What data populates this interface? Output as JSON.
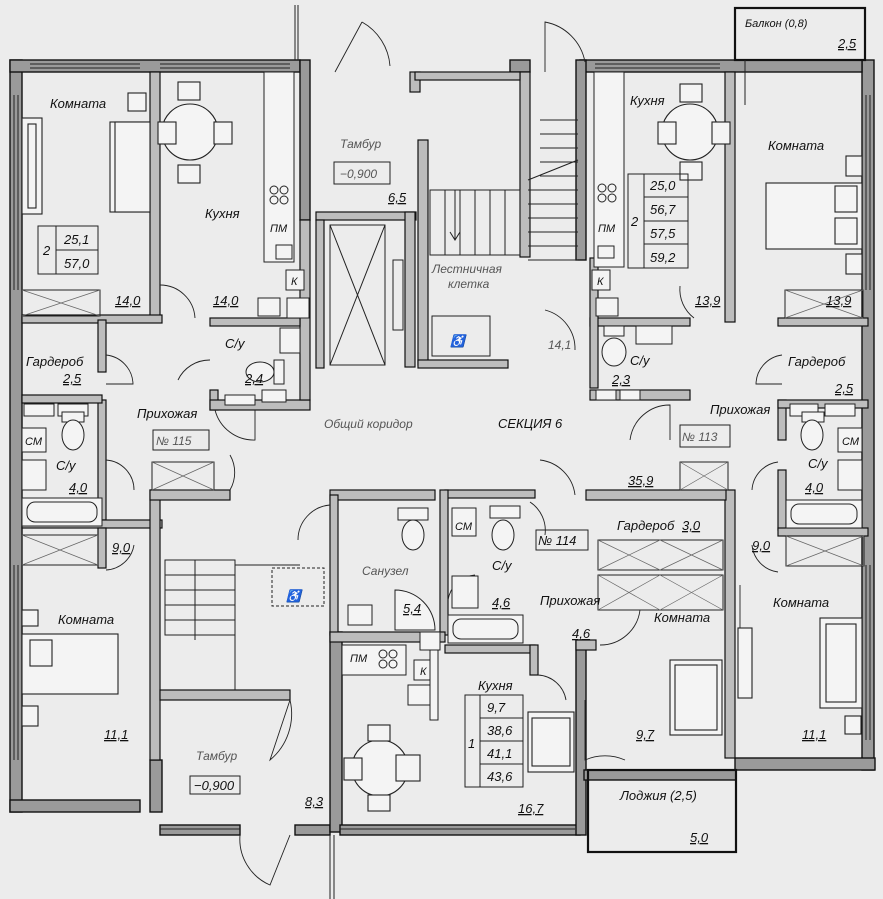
{
  "colors": {
    "background": "#ececec",
    "wall": "#111111",
    "wall_fill": "#9a9a9a"
  },
  "rooms": {
    "komnata_nw": "Комната",
    "kitchen_nw": "Кухня",
    "tambur_top": "Тамбур",
    "tambur_top_level": "−0,900",
    "tambur_top_area": "6,5",
    "stair": "Лестничная клетка",
    "stair_line1": "Лестничная",
    "stair_line2": "клетка",
    "kitchen_ne": "Кухня",
    "komnata_ne": "Комната",
    "balcony": "Балкон (0,8)",
    "balcony_area": "2,5",
    "corridor": "Общий коридор",
    "section": "СЕКЦИЯ 6",
    "su_nw": "С/у",
    "su_nw_area": "2,4",
    "su_ne": "С/у",
    "su_ne_area": "2,3",
    "gard_nw": "Гардероб",
    "gard_nw_area": "2,5",
    "gard_ne": "Гардероб",
    "gard_ne_area": "2,5",
    "prih_w": "Прихожая",
    "prih_e": "Прихожая",
    "su_w": "С/у",
    "su_w_area": "4,0",
    "su_e": "С/у",
    "su_e_area": "4,0",
    "komnata_sw": "Комната",
    "komnata_sw_area": "11,1",
    "komnata_se": "Комната",
    "komnata_se_area": "11,1",
    "tambur_bottom": "Тамбур",
    "tambur_bottom_level": "−0,900",
    "tambur_bottom_area": "8,3",
    "sanuzel": "Санузел",
    "sanuzel_area": "5,4",
    "su_c": "С/у",
    "su_c_area": "4,6",
    "prih_c": "Прихожая",
    "prih_c_area": "4,6",
    "gard_c": "Гардероб",
    "gard_c_area": "3,0",
    "komnata_c": "Комната",
    "komnata_c_area": "9,7",
    "kitchen_c": "Кухня",
    "kitchen_c_area": "16,7",
    "loggia": "Лоджия (2,5)",
    "loggia_area": "5,0"
  },
  "areas": {
    "nw_komnata": "14,0",
    "nw_kitchen": "14,0",
    "ne_kitchen": "13,9",
    "ne_komnata": "13,9",
    "stair": "14,1",
    "w_prih": "9,0",
    "e_prih": "9,0",
    "c_corr": "35,9"
  },
  "apartments": {
    "a115": {
      "number": "№ 115",
      "rooms": "2",
      "values": [
        "25,1",
        "57,0"
      ]
    },
    "a113": {
      "number": "№ 113",
      "rooms": "2",
      "values": [
        "25,0",
        "56,7",
        "57,5",
        "59,2"
      ]
    },
    "a114": {
      "number": "№ 114",
      "rooms": "1",
      "values": [
        "9,7",
        "38,6",
        "41,1",
        "43,6"
      ]
    }
  },
  "fixtures": {
    "pm": "ПМ",
    "sm": "СМ",
    "k": "К"
  }
}
